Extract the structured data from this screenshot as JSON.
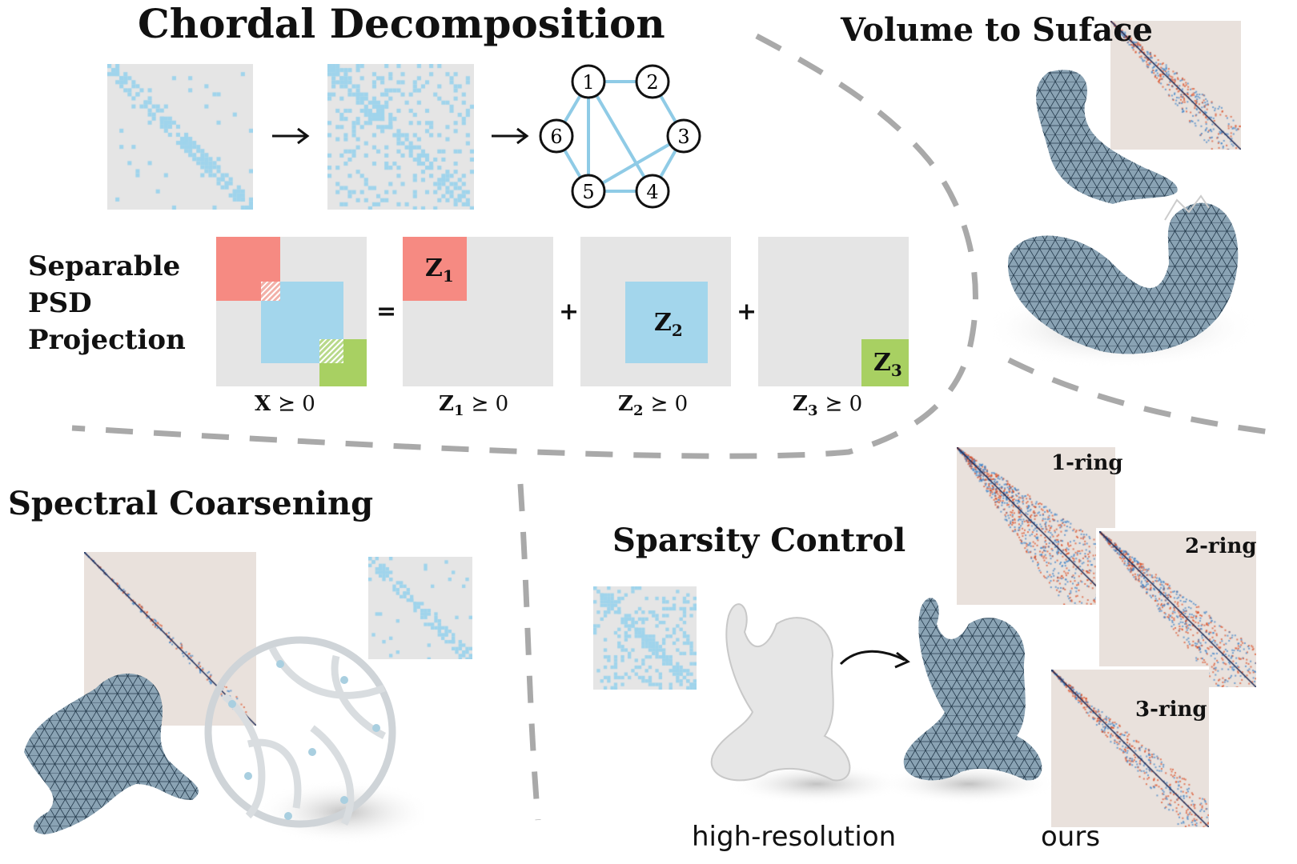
{
  "sections": {
    "chordal": {
      "title": "Chordal Decomposition",
      "nodes": [
        "1",
        "2",
        "3",
        "4",
        "5",
        "6"
      ]
    },
    "psd": {
      "title_lines": [
        "Separable",
        "PSD",
        "Projection"
      ],
      "blocks": [
        {
          "label": "Z",
          "sub": "1"
        },
        {
          "label": "Z",
          "sub": "2"
        },
        {
          "label": "Z",
          "sub": "3"
        }
      ],
      "captions": [
        {
          "main": "X",
          "sub": "",
          "rel": "⪰ 0"
        },
        {
          "main": "Z",
          "sub": "1",
          "rel": "⪰ 0"
        },
        {
          "main": "Z",
          "sub": "2",
          "rel": "⪰ 0"
        },
        {
          "main": "Z",
          "sub": "3",
          "rel": "⪰ 0"
        }
      ],
      "ops": [
        "=",
        "+",
        "+"
      ]
    },
    "volume": {
      "title": "Volume to Suface"
    },
    "spectral": {
      "title": "Spectral Coarsening"
    },
    "sparsity": {
      "title": "Sparsity Control",
      "rings": [
        "1-ring",
        "2-ring",
        "3-ring"
      ],
      "caption_left": "high-resolution",
      "caption_right": "ours"
    }
  },
  "colors": {
    "red": "#f68a82",
    "blue": "#a3d6ec",
    "green": "#a8d062",
    "sparse": "#9fd4ec",
    "matrix_bg": "#e5e5e5",
    "heat_bg": "#e9e1dc",
    "dash": "#a9a9a9",
    "mesh": "#8aa3b4"
  }
}
